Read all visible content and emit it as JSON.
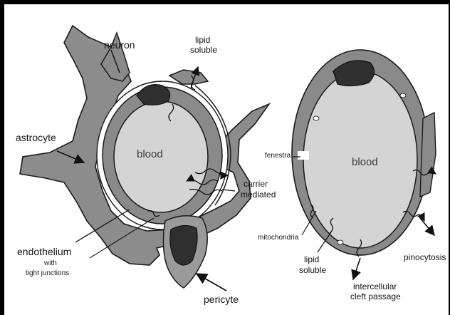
{
  "left_cell": {
    "neuron": "neuron",
    "lipid_soluble_top": [
      "lipid",
      "soluble"
    ],
    "astrocyte": "astrocyte",
    "blood": "blood",
    "carrier_mediated": [
      "carrier",
      "mediated"
    ],
    "endothelium": "endothelium",
    "with": "with",
    "tight_junctions": "tight junctions",
    "pericyte": "pericyte"
  },
  "right_cell": {
    "fenestra": "fenestra",
    "blood": "blood",
    "mitochondria": "mitochondria",
    "lipid_soluble_bottom": [
      "lipid",
      "soluble"
    ],
    "intercellular": "intercellular",
    "cleft_passage": "cleft passage",
    "pinocytosis": "pinocytosis"
  },
  "colors": {
    "frame": "#000000",
    "astrocyte_fill": "#8c8c8c",
    "endothelium_fill": "#8a8a8a",
    "nucleus_fill": "#2f2f2f",
    "lumen_fill": "#d4d4d4",
    "outline": "#1a1a1a"
  },
  "icons": [
    "arrow-icon"
  ]
}
